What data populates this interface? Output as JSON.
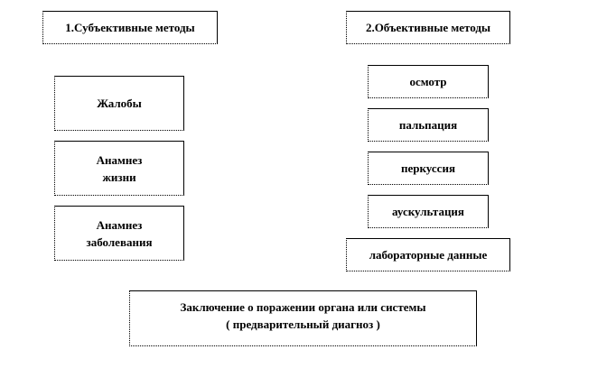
{
  "subjective": {
    "title": "1.Субъективные методы",
    "items": [
      [
        "Жалобы"
      ],
      [
        "Анамнез",
        "жизни"
      ],
      [
        "Анамнез",
        "заболевания"
      ]
    ]
  },
  "objective": {
    "title": "2.Объективные методы",
    "items": [
      "осмотр",
      "пальпация",
      "перкуссия",
      "аускультация",
      "лабораторные данные"
    ]
  },
  "conclusion": {
    "line1": "Заключение о поражении органа или системы",
    "line2": "( предварительный диагноз )"
  }
}
